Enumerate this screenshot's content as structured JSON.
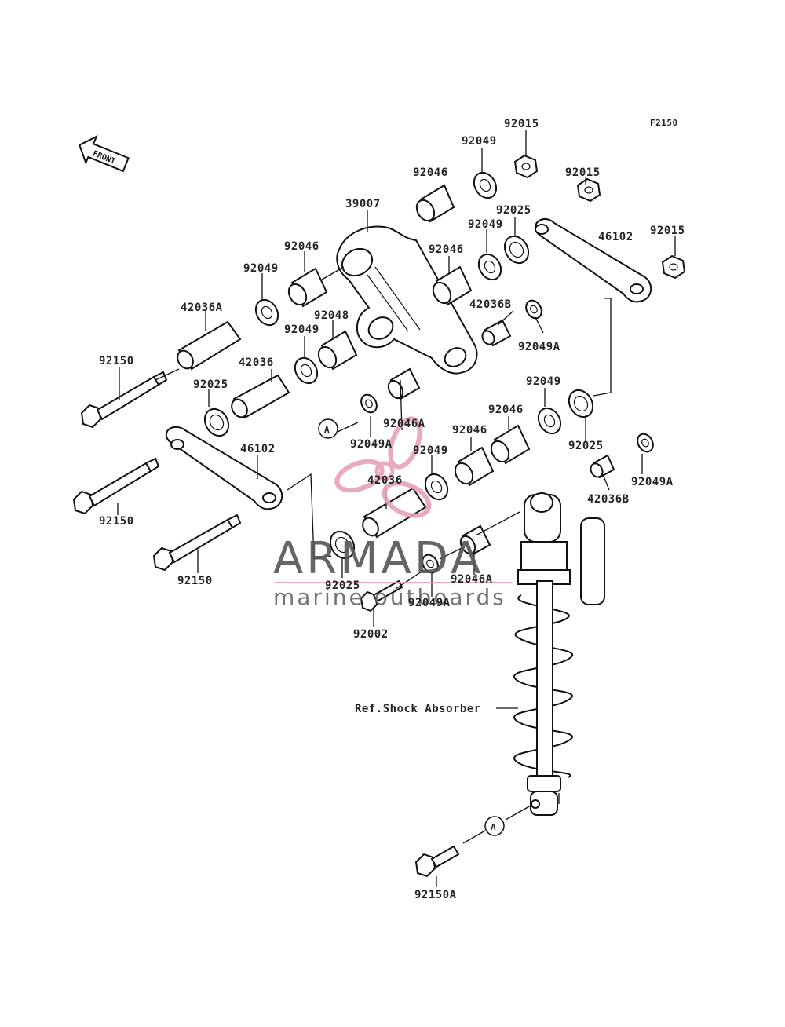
{
  "figure_code": "F2150",
  "front_arrow_text": "FRONT",
  "callout_letter": "A",
  "ref_note": "Ref.Shock Absorber",
  "watermark": {
    "brand": "ARMADA",
    "tagline": "marine outboards",
    "accent_color": "#e6a1b5"
  },
  "labels": {
    "p92015_a": "92015",
    "p92049_a": "92049",
    "p92046_a": "92046",
    "p92015_b": "92015",
    "p39007": "39007",
    "p92025_a": "92025",
    "p92049_b": "92049",
    "p46102_a": "46102",
    "p92015_c": "92015",
    "p92046_b": "92046",
    "p92046_c": "92046",
    "p92049_c": "92049",
    "p42036a": "42036A",
    "p42036b_a": "42036B",
    "p92048": "92048",
    "p92049_d": "92049",
    "p92049a_a": "92049A",
    "p92150_a": "92150",
    "p42036_a": "42036",
    "p92025_b": "92025",
    "p92049_e": "92049",
    "p92046_d": "92046",
    "p92049a_b": "92049A",
    "p92046a_a": "92046A",
    "p92046_e": "92046",
    "p92025_c": "92025",
    "p46102_b": "46102",
    "p92049_f": "92049",
    "p92049a_c": "92049A",
    "p42036_b": "42036",
    "p42036b_b": "42036B",
    "p92150_b": "92150",
    "p92150_c": "92150",
    "p92025_d": "92025",
    "p92046a_b": "92046A",
    "p92049a_d": "92049A",
    "p92002": "92002",
    "p92150a": "92150A"
  }
}
